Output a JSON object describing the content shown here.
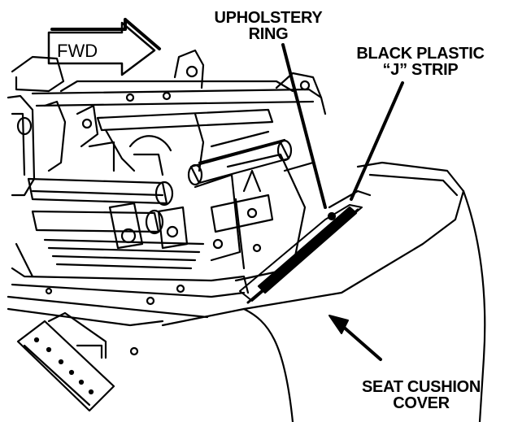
{
  "direction_arrow": {
    "label": "FWD"
  },
  "callouts": {
    "upholstery_ring": {
      "line1": "UPHOLSTERY",
      "line2": "RING"
    },
    "j_strip": {
      "line1": "BLACK PLASTIC",
      "line2": "“J” STRIP"
    },
    "seat_cushion_cover": {
      "line1": "SEAT CUSHION",
      "line2": "COVER"
    }
  }
}
